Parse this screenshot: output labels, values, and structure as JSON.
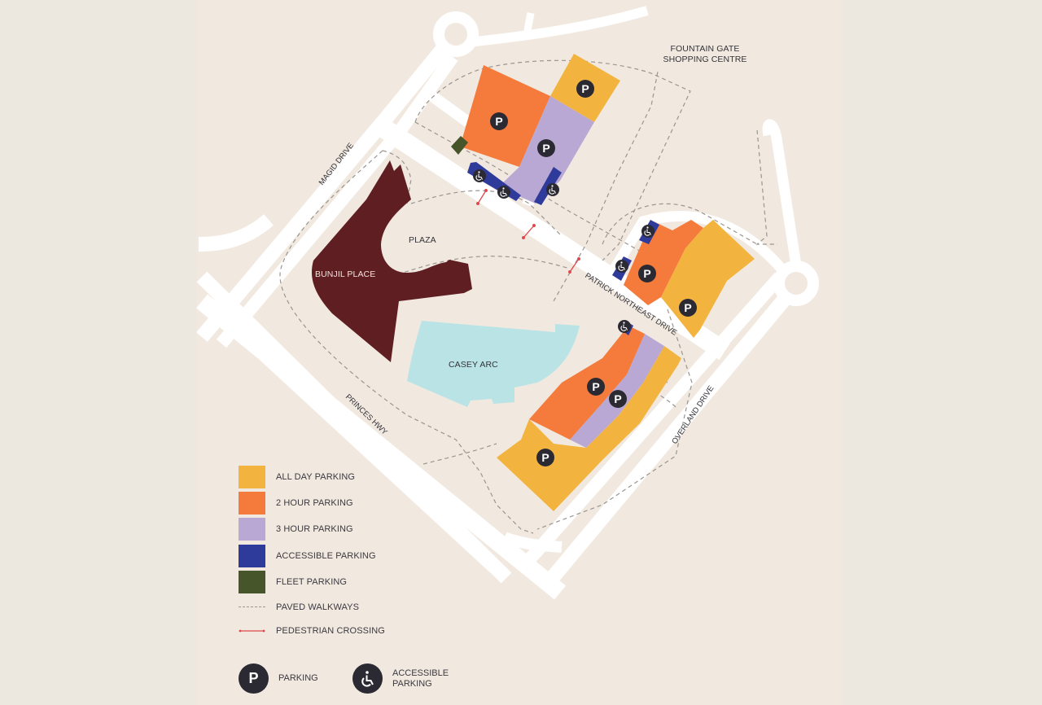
{
  "map": {
    "landmarks": {
      "fountain_gate_line1": "FOUNTAIN GATE",
      "fountain_gate_line2": "SHOPPING CENTRE",
      "plaza": "PLAZA",
      "bunjil_place": "BUNJIL PLACE",
      "casey_arc": "CASEY ARC"
    },
    "roads": {
      "magid_drive": "MAGID DRIVE",
      "princes_hwy": "PRINCES HWY",
      "patrick_northeast_drive": "PATRICK NORTHEAST DRIVE",
      "overland_drive": "OVERLAND DRIVE"
    },
    "parking_marker_glyph": "P",
    "accessible_marker_glyph": "♿",
    "colors": {
      "all_day": "#f2b43f",
      "two_hour": "#f47b3c",
      "three_hour": "#b9a8d4",
      "accessible": "#2f3b9a",
      "fleet": "#46562a",
      "bunjil": "#5f1f22",
      "casey_arc": "#bae3e6",
      "road": "#ffffff",
      "walkway": "#9a9590",
      "crossing": "#e0474c",
      "marker": "#2b2a33"
    }
  },
  "legend": {
    "items": [
      {
        "label": "ALL DAY PARKING",
        "color": "#f2b43f"
      },
      {
        "label": "2 HOUR PARKING",
        "color": "#f47b3c"
      },
      {
        "label": "3 HOUR PARKING",
        "color": "#b9a8d4"
      },
      {
        "label": "ACCESSIBLE PARKING",
        "color": "#2f3b9a"
      },
      {
        "label": "FLEET PARKING",
        "color": "#46562a"
      }
    ],
    "walkways_label": "PAVED WALKWAYS",
    "crossing_label": "PEDESTRIAN CROSSING",
    "parking_icon_label": "PARKING",
    "parking_icon_glyph": "P",
    "accessible_icon_label_line1": "ACCESSIBLE",
    "accessible_icon_label_line2": "PARKING"
  }
}
